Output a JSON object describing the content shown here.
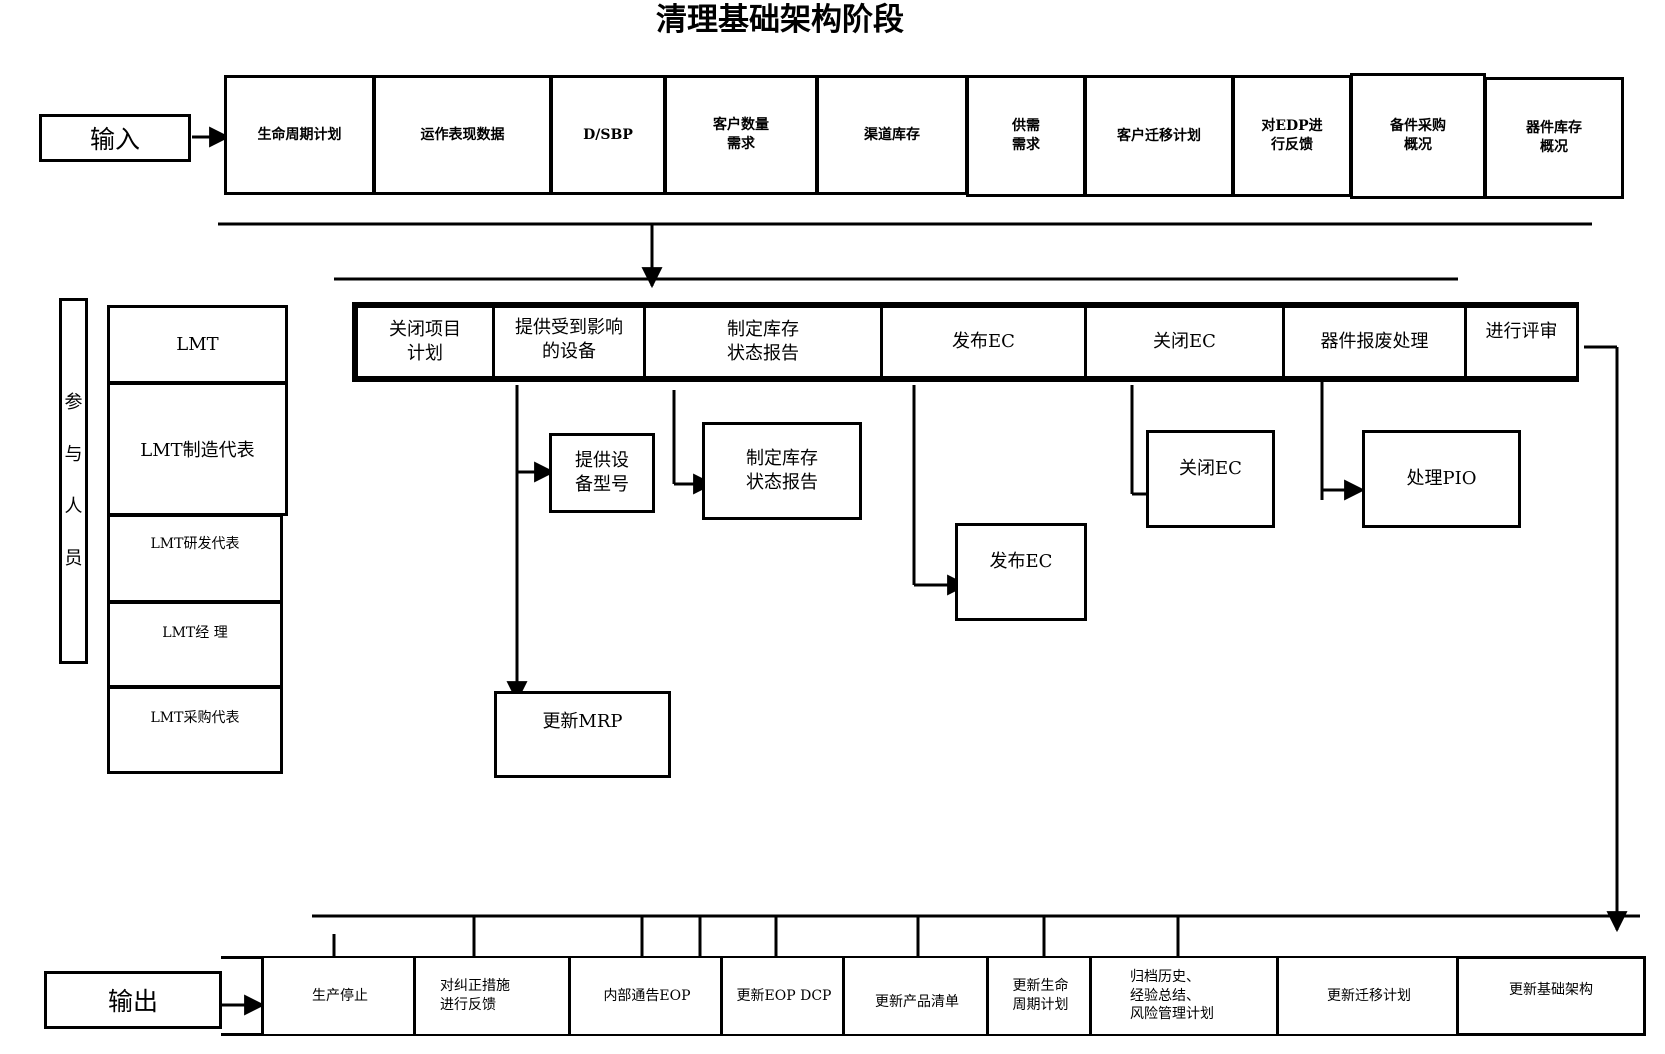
{
  "title": "清理基础架构阶段",
  "input_label": "输入",
  "output_label": "输出",
  "inputs": [
    "生命周期计划",
    "运作表现数据",
    "D/SBP",
    "客户数量\n需求",
    "渠道库存",
    "供需\n需求",
    "客户迁移计划",
    "对EDP进\n行反馈",
    "备件采购\n概况",
    "器件库存\n概况"
  ],
  "participants_label": "参\n与\n人\n员",
  "participants": [
    "LMT",
    "LMT制造代表",
    "LMT研发代表",
    "LMT经 理",
    "LMT采购代表"
  ],
  "steps": [
    "关闭项目\n计划",
    "提供受到影响\n的设备",
    "制定库存\n状态报告",
    "发布EC",
    "关闭EC",
    "器件报废处理",
    "进行评审"
  ],
  "subtasks": {
    "device_model": "提供设\n备型号",
    "inventory_report": "制定库存\n状态报告",
    "release_ec": "发布EC",
    "close_ec": "关闭EC",
    "handle_pio": "处理PIO",
    "update_mrp": "更新MRP"
  },
  "outputs": [
    "生产停止",
    "对纠正措施\n进行反馈",
    "内部通告EOP",
    "更新EOP  DCP",
    "更新产品清单",
    "更新生命\n周期计划",
    "归档历史、\n经验总结、\n风险管理计划",
    "更新迁移计划",
    "更新基础架构"
  ],
  "colors": {
    "line": "#000000",
    "background": "#ffffff"
  }
}
